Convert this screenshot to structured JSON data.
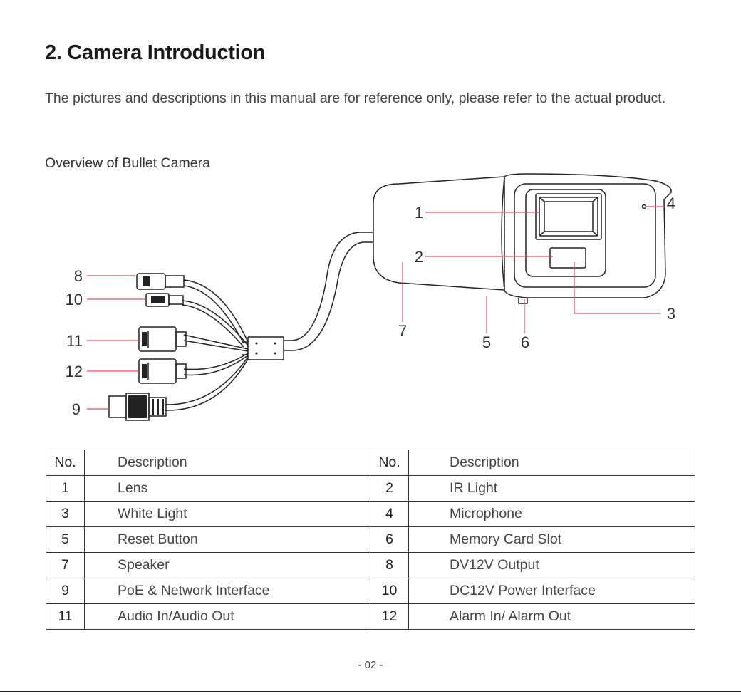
{
  "title": "2. Camera Introduction",
  "intro": "The pictures and descriptions in this manual are for reference only, please refer to the actual product.",
  "subtitle": "Overview of Bullet Camera",
  "callouts": {
    "c1": "1",
    "c2": "2",
    "c3": "3",
    "c4": "4",
    "c5": "5",
    "c6": "6",
    "c7": "7",
    "c8": "8",
    "c9": "9",
    "c10": "10",
    "c11": "11",
    "c12": "12"
  },
  "colors": {
    "callout_line": "#e05565",
    "outline": "#222222"
  },
  "table": {
    "headers": [
      "No.",
      "Description",
      "No.",
      "Description"
    ],
    "rows": [
      [
        "1",
        "Lens",
        "2",
        "IR Light"
      ],
      [
        "3",
        "White Light",
        "4",
        "Microphone"
      ],
      [
        "5",
        "Reset Button",
        "6",
        "Memory Card Slot"
      ],
      [
        "7",
        "Speaker",
        "8",
        "DV12V Output"
      ],
      [
        "9",
        "PoE & Network Interface",
        "10",
        "DC12V Power Interface"
      ],
      [
        "11",
        "Audio In/Audio Out",
        "12",
        "Alarm In/ Alarm Out"
      ]
    ]
  },
  "footer": "- 02 -"
}
